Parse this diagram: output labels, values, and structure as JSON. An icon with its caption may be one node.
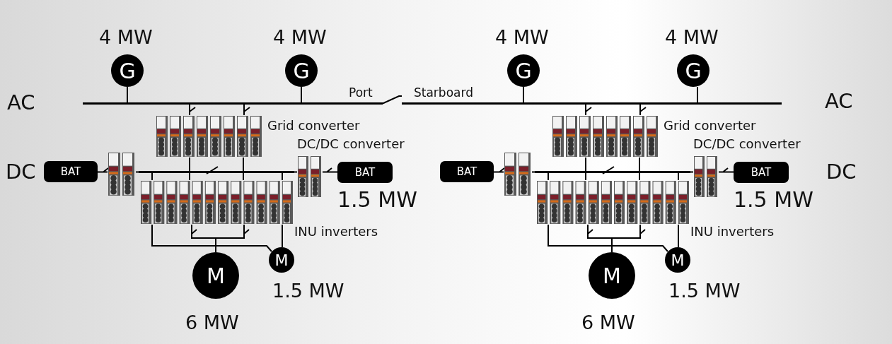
{
  "diagram": {
    "nodes": [
      {
        "text": [
          "G"
        ],
        "beside": [
          "4 MW"
        ]
      },
      {
        "text": [
          "G"
        ],
        "beside": [
          "4 MW"
        ]
      },
      {
        "text": [],
        "shape": "bar"
      },
      {
        "text": [],
        "shape": "picture",
        "beside": [
          "Grid converter"
        ]
      },
      {
        "text": [],
        "shape": "bar"
      },
      {
        "text": [
          "BAT"
        ]
      },
      {
        "text": [],
        "shape": "picture"
      },
      {
        "text": [],
        "shape": "picture",
        "beside": [
          "DC/DC converter"
        ]
      },
      {
        "text": [
          "BAT"
        ],
        "beside": [
          "1.5 MW"
        ]
      },
      {
        "text": [],
        "shape": "picture",
        "beside": [
          "INU inverters"
        ]
      },
      {
        "text": [
          "M"
        ],
        "beside": [
          "6 MW"
        ]
      },
      {
        "text": [
          "M"
        ],
        "beside": [
          "1.5 MW"
        ]
      },
      {
        "text": [
          "G"
        ],
        "beside": [
          "4 MW"
        ]
      },
      {
        "text": [
          "G"
        ],
        "beside": [
          "4 MW"
        ]
      },
      {
        "text": [],
        "shape": "bar"
      },
      {
        "text": [],
        "shape": "picture",
        "beside": [
          "Grid converter"
        ]
      },
      {
        "text": [],
        "shape": "bar"
      },
      {
        "text": [
          "BAT"
        ]
      },
      {
        "text": [],
        "shape": "picture"
      },
      {
        "text": [],
        "shape": "picture",
        "beside": [
          "DC/DC converter"
        ]
      },
      {
        "text": [
          "BAT"
        ],
        "beside": [
          "1.5 MW"
        ]
      },
      {
        "text": [],
        "shape": "picture",
        "beside": [
          "INU inverters"
        ]
      },
      {
        "text": [
          "M"
        ],
        "beside": [
          "6 MW"
        ]
      },
      {
        "text": [
          "M"
        ],
        "beside": [
          "1.5 MW"
        ]
      }
    ],
    "edges": [
      {
        "from": 0,
        "to": 2,
        "arrow": "none"
      },
      {
        "from": 1,
        "to": 2,
        "arrow": "none"
      },
      {
        "from": 2,
        "to": 3,
        "arrow": "none"
      },
      {
        "from": 3,
        "to": 4,
        "arrow": "none"
      },
      {
        "from": 4,
        "to": 6,
        "arrow": "none"
      },
      {
        "from": 6,
        "to": 5,
        "arrow": "none"
      },
      {
        "from": 4,
        "to": 7,
        "arrow": "none"
      },
      {
        "from": 7,
        "to": 8,
        "arrow": "none"
      },
      {
        "from": 4,
        "to": 9,
        "arrow": "none"
      },
      {
        "from": 9,
        "to": 10,
        "arrow": "none"
      },
      {
        "from": 9,
        "to": 11,
        "arrow": "none"
      },
      {
        "from": 12,
        "to": 14,
        "arrow": "none"
      },
      {
        "from": 13,
        "to": 14,
        "arrow": "none"
      },
      {
        "from": 14,
        "to": 15,
        "arrow": "none"
      },
      {
        "from": 15,
        "to": 16,
        "arrow": "none"
      },
      {
        "from": 16,
        "to": 18,
        "arrow": "none"
      },
      {
        "from": 18,
        "to": 17,
        "arrow": "none"
      },
      {
        "from": 16,
        "to": 19,
        "arrow": "none"
      },
      {
        "from": 19,
        "to": 20,
        "arrow": "none"
      },
      {
        "from": 16,
        "to": 21,
        "arrow": "none"
      },
      {
        "from": 21,
        "to": 22,
        "arrow": "none"
      },
      {
        "from": 21,
        "to": 23,
        "arrow": "none"
      },
      {
        "from": 2,
        "to": 14,
        "arrow": "none"
      }
    ],
    "labels": [
      "Port",
      "Starboard",
      "AC",
      "AC",
      "DC",
      "DC"
    ]
  }
}
